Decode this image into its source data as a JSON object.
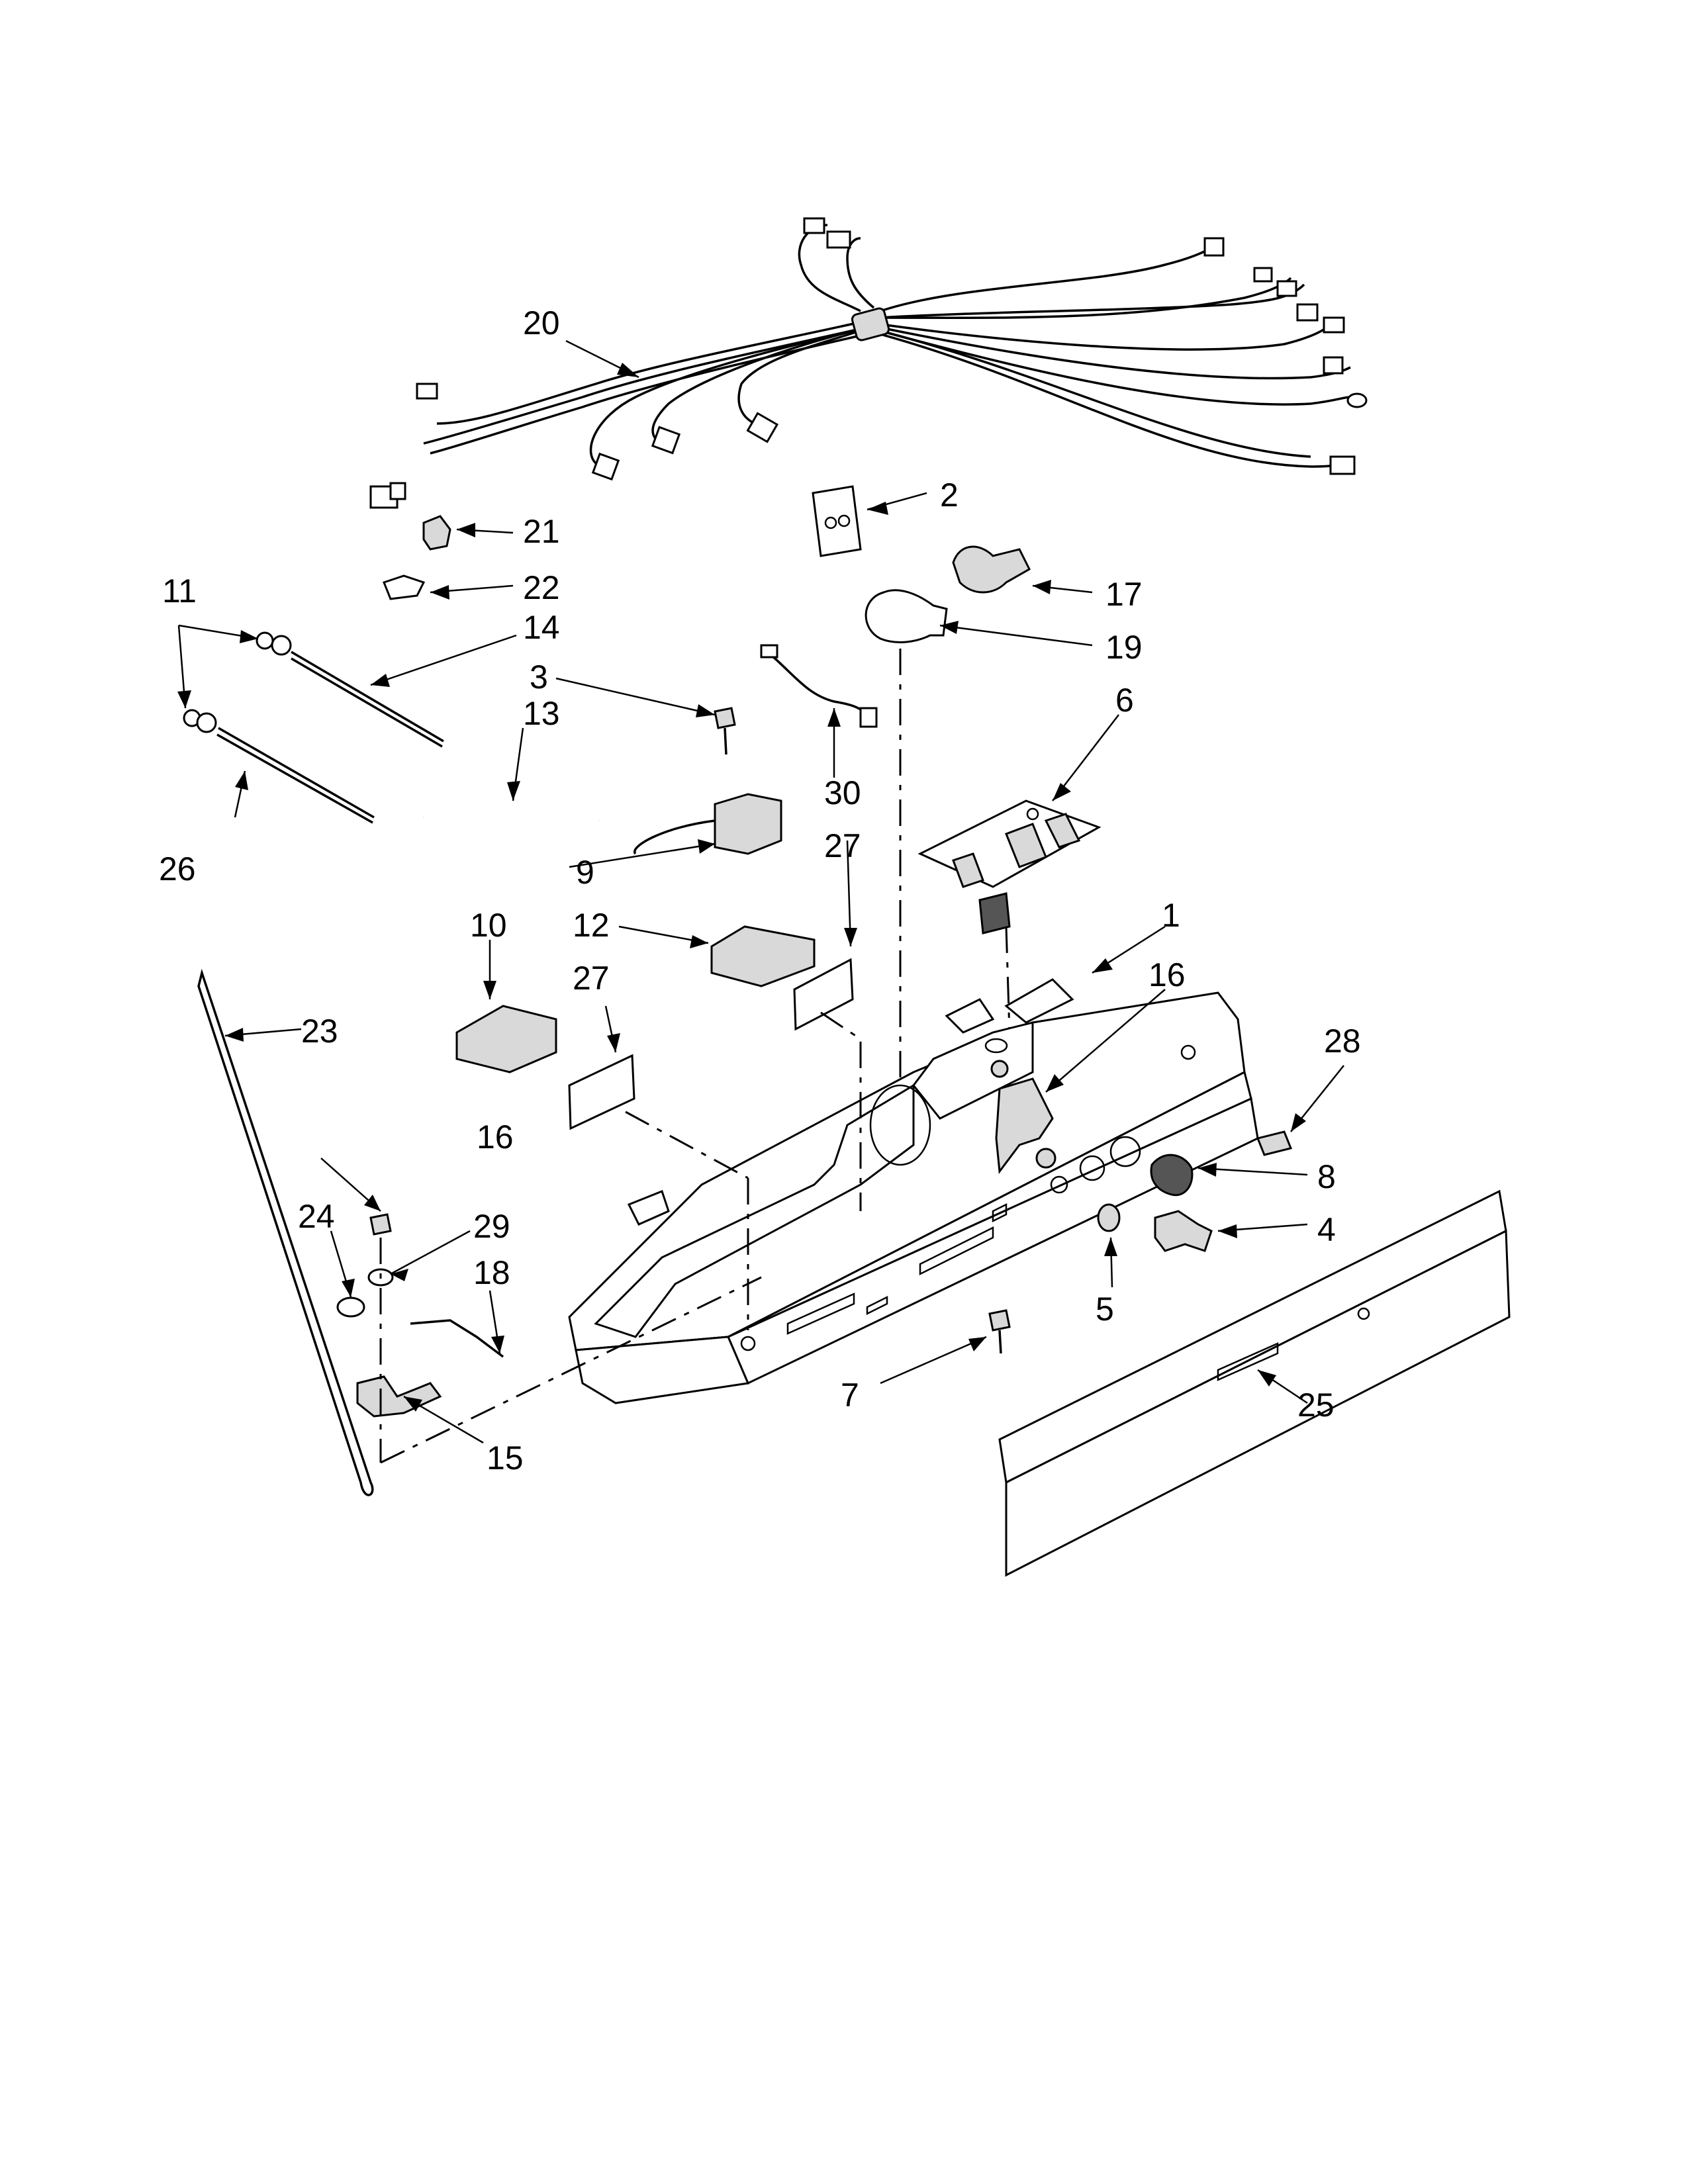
{
  "callouts": {
    "c1": "1",
    "c2": "2",
    "c3": "3",
    "c4": "4",
    "c5": "5",
    "c6": "6",
    "c7": "7",
    "c8": "8",
    "c9": "9",
    "c10": "10",
    "c11": "11",
    "c12": "12",
    "c13": "13",
    "c14": "14",
    "c15": "15",
    "c16a": "16",
    "c16b": "16",
    "c17": "17",
    "c18": "18",
    "c19": "19",
    "c20": "20",
    "c21": "21",
    "c22": "22",
    "c23": "23",
    "c24": "24",
    "c25": "25",
    "c26": "26",
    "c27a": "27",
    "c27b": "27",
    "c28": "28",
    "c29": "29",
    "c30": "30"
  },
  "colors": {
    "line": "#000000",
    "background": "#ffffff",
    "shade": "#d9d9d9"
  }
}
